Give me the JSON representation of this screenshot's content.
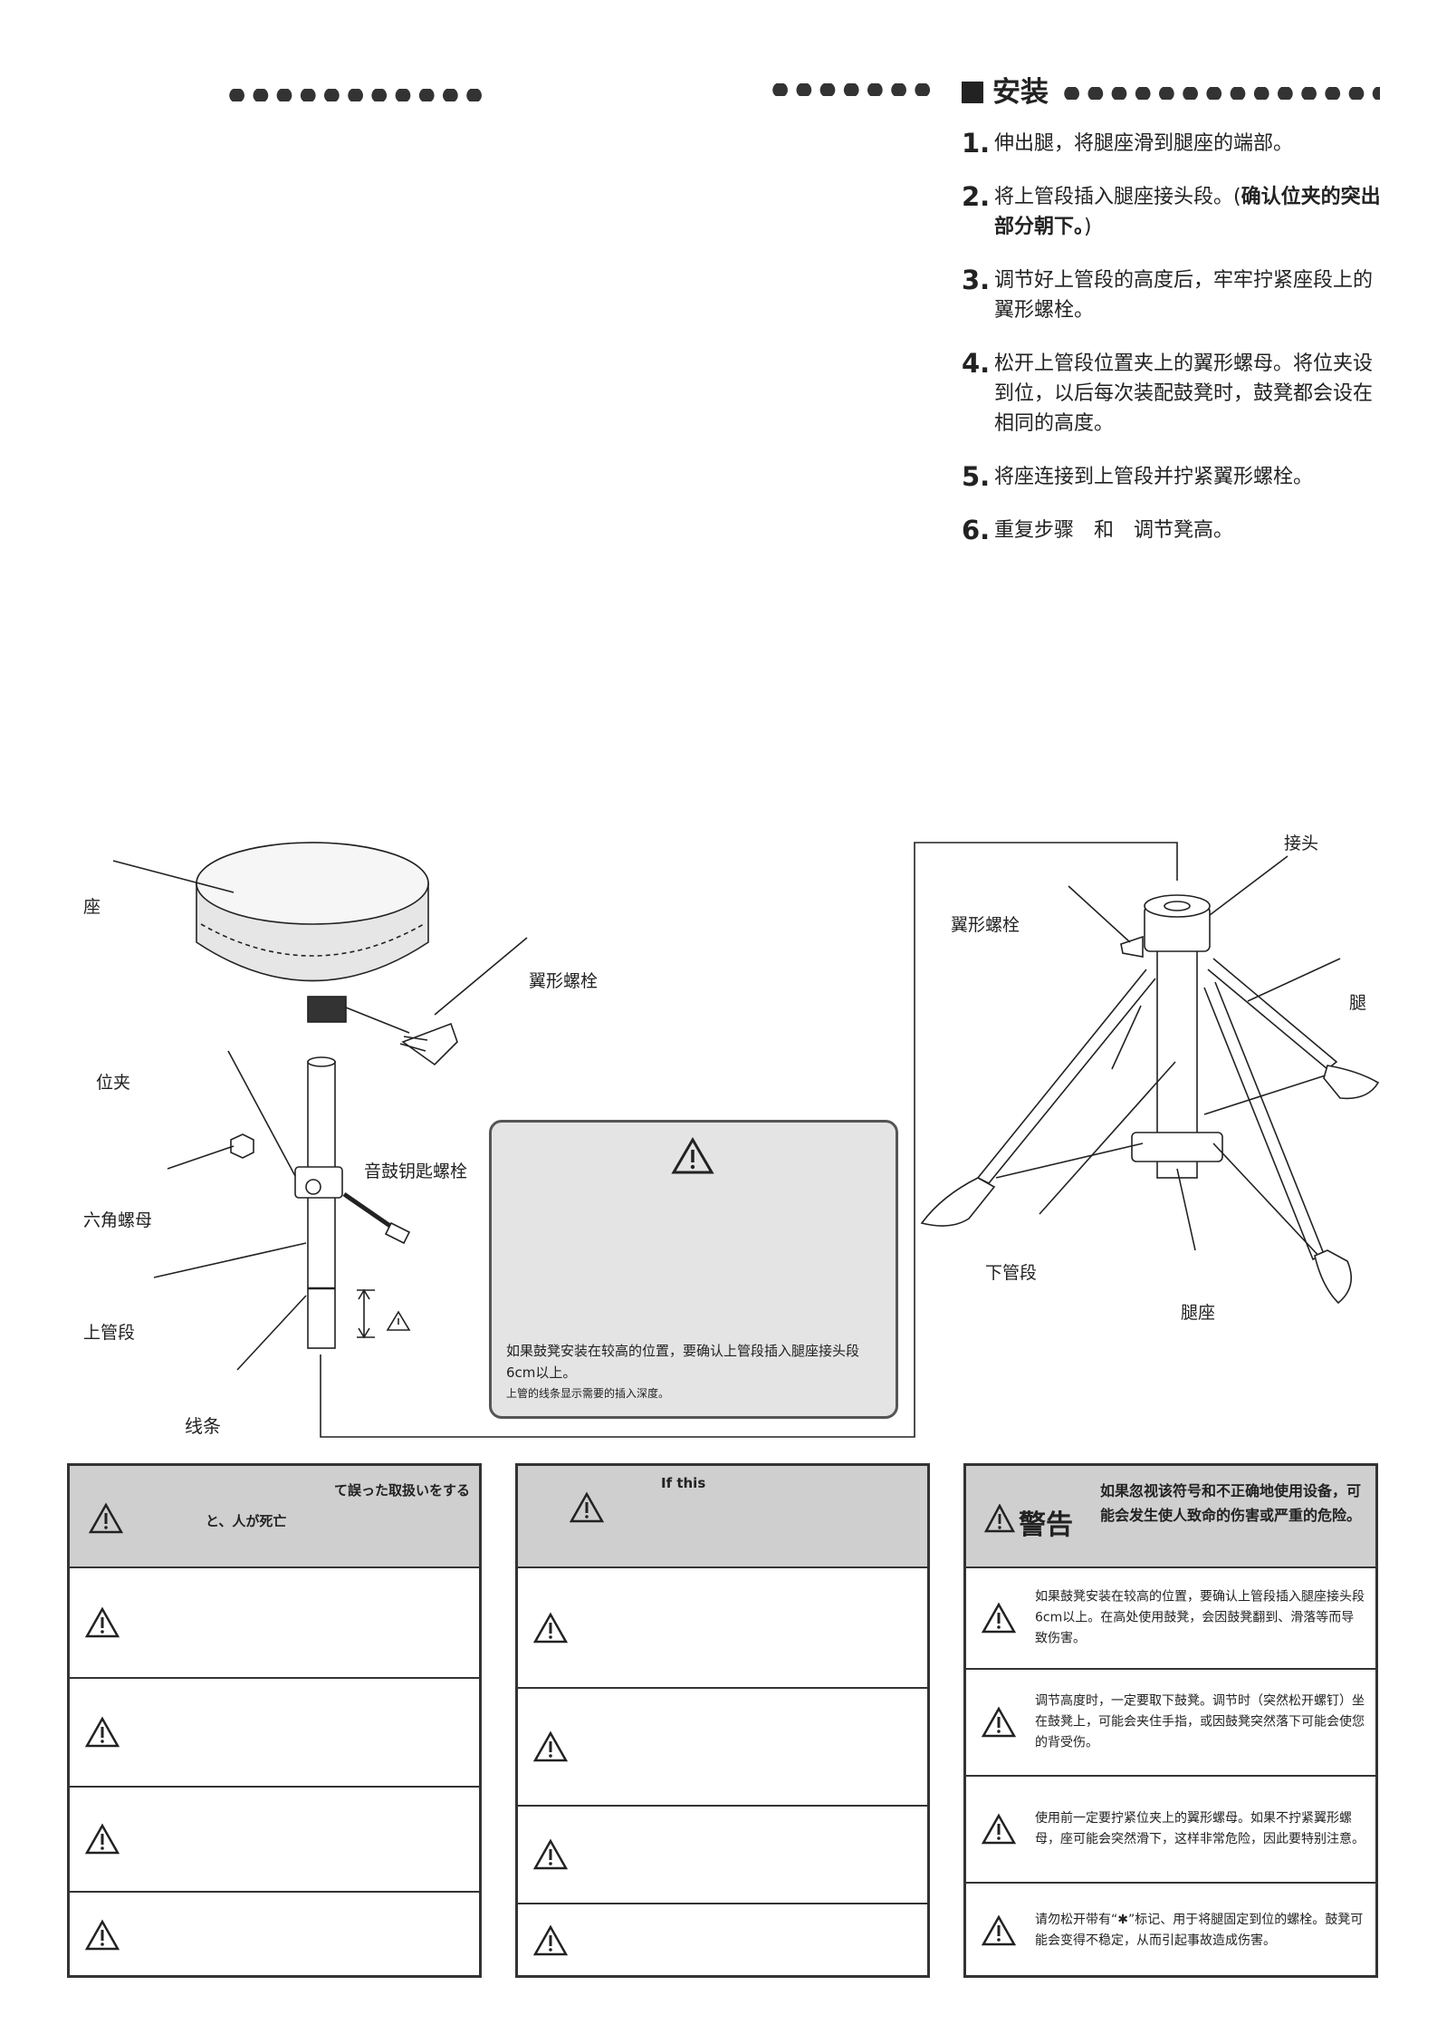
{
  "section": {
    "title": "安装",
    "steps": [
      {
        "num": "1.",
        "text": "伸出腿，将腿座滑到腿座的端部。",
        "bold": ""
      },
      {
        "num": "2.",
        "text": "将上管段插入腿座接头段。(",
        "bold": "确认位夹的突出部分朝下。",
        "text_after": ")"
      },
      {
        "num": "3.",
        "text": "调节好上管段的高度后，牢牢拧紧座段上的翼形螺栓。",
        "bold": ""
      },
      {
        "num": "4.",
        "text": "松开上管段位置夹上的翼形螺母。将位夹设到位，以后每次装配鼓凳时，鼓凳都会设在相同的高度。",
        "bold": ""
      },
      {
        "num": "5.",
        "text": "将座连接到上管段并拧紧翼形螺栓。",
        "bold": ""
      },
      {
        "num": "6.",
        "text": "重复步骤　和　调节凳高。",
        "bold": ""
      }
    ]
  },
  "figure_left": {
    "labels": {
      "seat": "座",
      "wing_bolt": "翼形螺栓",
      "position_clamp": "位夹",
      "drum_key_bolt": "音鼓钥匙螺栓",
      "hex_nut": "六角螺母",
      "upper_tube": "上管段",
      "line": "线条"
    }
  },
  "caution_box": {
    "text1": "如果鼓凳安装在较高的位置，要确认上管段插入腿座接头段6cm以上。",
    "text2": "上管的线条显示需要的插入深度。"
  },
  "figure_right": {
    "labels": {
      "joint": "接头",
      "wing_bolt": "翼形螺栓",
      "leg": "腿",
      "lower_tube": "下管段",
      "leg_base": "腿座"
    }
  },
  "warning_jp": {
    "header_line1": "て誤った取扱いをする",
    "header_line2": "と、人が死亡"
  },
  "warning_en": {
    "header": "If this"
  },
  "warning_cn": {
    "title": "警告",
    "header_text": "如果忽视该符号和不正确地使用设备，可能会发生使人致命的伤害或严重的危险。",
    "items": [
      "如果鼓凳安装在较高的位置，要确认上管段插入腿座接头段6cm以上。在高处使用鼓凳，会因鼓凳翻到、滑落等而导致伤害。",
      "调节高度时，一定要取下鼓凳。调节时（突然松开螺钉）坐在鼓凳上，可能会夹住手指，或因鼓凳突然落下可能会使您的背受伤。",
      "使用前一定要拧紧位夹上的翼形螺母。如果不拧紧翼形螺母，座可能会突然滑下，这样非常危险，因此要特别注意。",
      "请勿松开带有“✱”标记、用于将腿固定到位的螺栓。鼓凳可能会变得不稳定，从而引起事故造成伤害。"
    ]
  }
}
